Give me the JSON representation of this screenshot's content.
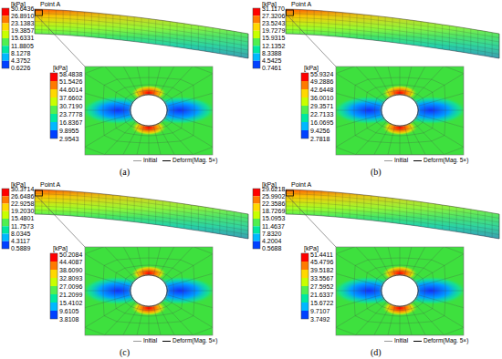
{
  "diagram": {
    "labels": [
      "[kPa]",
      "30.6436",
      "26.8910",
      "23.1383",
      "19.3857",
      "15.6331",
      "11.8805",
      "8.1278",
      "4.3752",
      "0.6226",
      "Point A",
      "[kPa]",
      "58.4838",
      "51.5426",
      "44.6014",
      "37.6602",
      "30.7190",
      "23.7778",
      "16.8367",
      "9.8955",
      "2.9543",
      "(a)",
      "[kPa]",
      "31.1170",
      "27.3206",
      "23.5243",
      "19.7279",
      "15.9315",
      "12.1352",
      "8.3388",
      "4.5425",
      "0.7461",
      "Point A",
      "[kPa]",
      "55.9324",
      "49.2886",
      "42.6448",
      "36.0010",
      "29.3571",
      "22.7133",
      "16.0695",
      "9.4256",
      "2.7818",
      "(b)",
      "[kPa]",
      "30.3714",
      "26.6486",
      "22.9258",
      "19.2030",
      "15.4801",
      "11.7573",
      "8.0345",
      "4.3117",
      "0.5889",
      "Point A",
      "[kPa]",
      "50.2084",
      "44.4087",
      "38.6090",
      "32.8093",
      "27.0096",
      "21.2099",
      "15.4102",
      "9.6105",
      "3.8108",
      "(c)",
      "[kPa]",
      "29.6218",
      "25.9902",
      "22.3586",
      "18.7269",
      "15.0953",
      "11.4637",
      "7.8320",
      "4.2004",
      "0.5688",
      "Point A",
      "[kPa]",
      "51.4411",
      "45.4796",
      "39.5182",
      "33.5567",
      "27.5952",
      "21.6337",
      "15.6722",
      "9.7107",
      "3.7492",
      "(d)"
    ],
    "legend": [
      {
        "text": "Initial"
      },
      {
        "text": "Deform(Mag. 5×)"
      },
      {
        "text": "Initial"
      },
      {
        "text": "Deform(Mag. 5×)"
      },
      {
        "text": "Initial"
      },
      {
        "text": "Deform(Mag. 5×)"
      },
      {
        "text": "Initial"
      },
      {
        "text": "Deform(Mag. 5×)"
      }
    ]
  }
}
